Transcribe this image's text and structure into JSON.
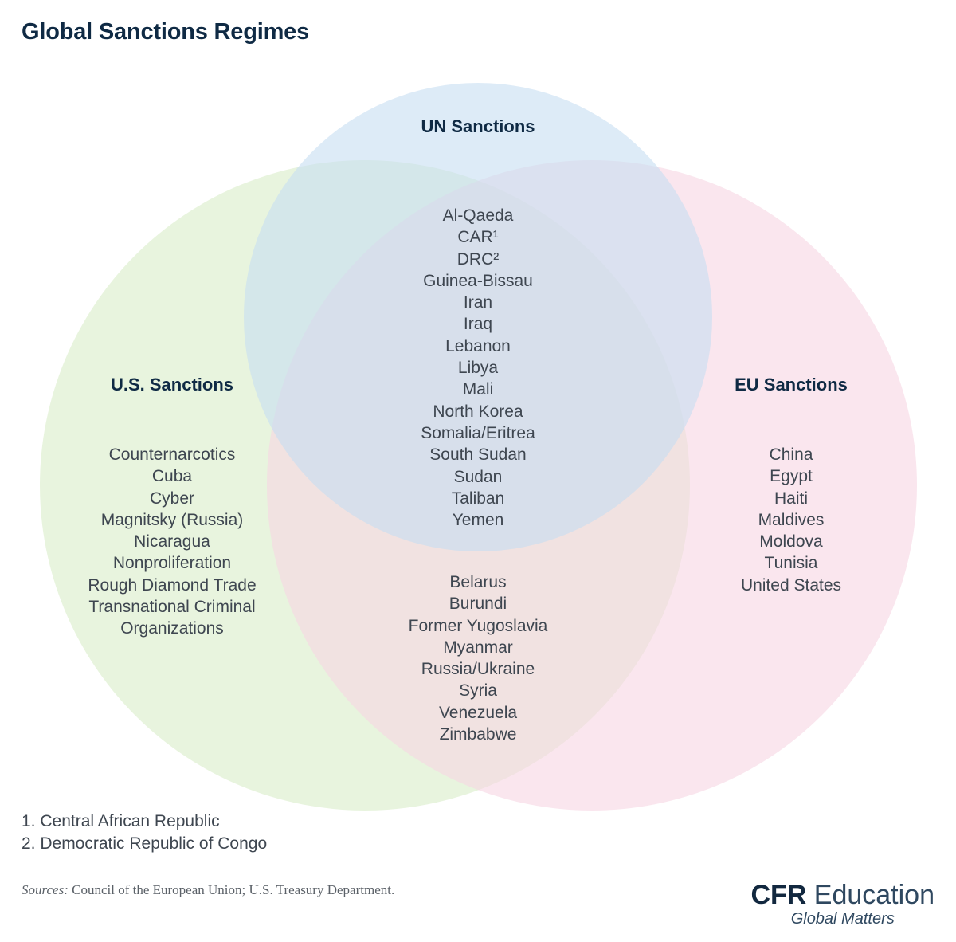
{
  "title": "Global Sanctions Regimes",
  "colors": {
    "un": "#c6def2",
    "us": "#d8ecc8",
    "eu": "#f7d5e3",
    "title": "#0f2a44",
    "text": "#3e4650"
  },
  "sets": {
    "un": {
      "label": "UN Sanctions"
    },
    "us": {
      "label": "U.S. Sanctions",
      "items": [
        "Counternarcotics",
        "Cuba",
        "Cyber",
        "Magnitsky (Russia)",
        "Nicaragua",
        "Nonproliferation",
        "Rough Diamond Trade",
        "Transnational Criminal",
        "Organizations"
      ]
    },
    "eu": {
      "label": "EU Sanctions",
      "items": [
        "China",
        "Egypt",
        "Haiti",
        "Maldives",
        "Moldova",
        "Tunisia",
        "United States"
      ]
    }
  },
  "intersections": {
    "all": [
      "Al-Qaeda",
      "CAR¹",
      "DRC²",
      "Guinea-Bissau",
      "Iran",
      "Iraq",
      "Lebanon",
      "Libya",
      "Mali",
      "North Korea",
      "Somalia/Eritrea",
      "South Sudan",
      "Sudan",
      "Taliban",
      "Yemen"
    ],
    "us_eu": [
      "Belarus",
      "Burundi",
      "Former Yugoslavia",
      "Myanmar",
      "Russia/Ukraine",
      "Syria",
      "Venezuela",
      "Zimbabwe"
    ]
  },
  "footnotes": [
    "1. Central African Republic",
    "2. Democratic Republic of Congo"
  ],
  "sources": {
    "prefix": "Sources:",
    "text": " Council of the European Union; U.S. Treasury Department."
  },
  "brand": {
    "name_bold": "CFR",
    "name_rest": " Education",
    "tagline": "Global Matters"
  }
}
